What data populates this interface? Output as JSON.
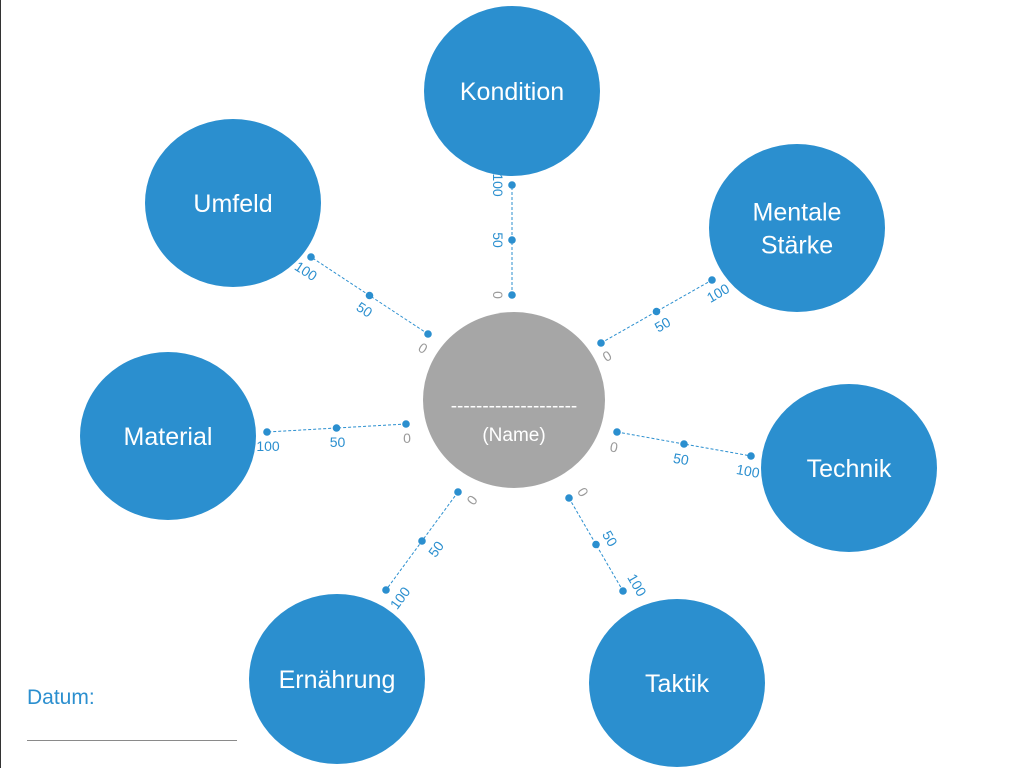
{
  "colors": {
    "node": "#2b8fcf",
    "center": "#a6a6a6",
    "accent": "#2b8fcf",
    "zero": "#9a9a9a"
  },
  "center": {
    "line": "--------------------",
    "name": "(Name)"
  },
  "nodes": [
    {
      "id": "kondition",
      "lines": [
        "Kondition"
      ]
    },
    {
      "id": "mentale-staerke",
      "lines": [
        "Mentale",
        "Stärke"
      ]
    },
    {
      "id": "technik",
      "lines": [
        "Technik"
      ]
    },
    {
      "id": "taktik",
      "lines": [
        "Taktik"
      ]
    },
    {
      "id": "ernaehrung",
      "lines": [
        "Ernährung"
      ]
    },
    {
      "id": "material",
      "lines": [
        "Material"
      ]
    },
    {
      "id": "umfeld",
      "lines": [
        "Umfeld"
      ]
    }
  ],
  "scale": {
    "min": 0,
    "mid": 50,
    "max": 100,
    "labels": [
      "0",
      "50",
      "100"
    ]
  },
  "footer": {
    "datum_label": "Datum:"
  }
}
